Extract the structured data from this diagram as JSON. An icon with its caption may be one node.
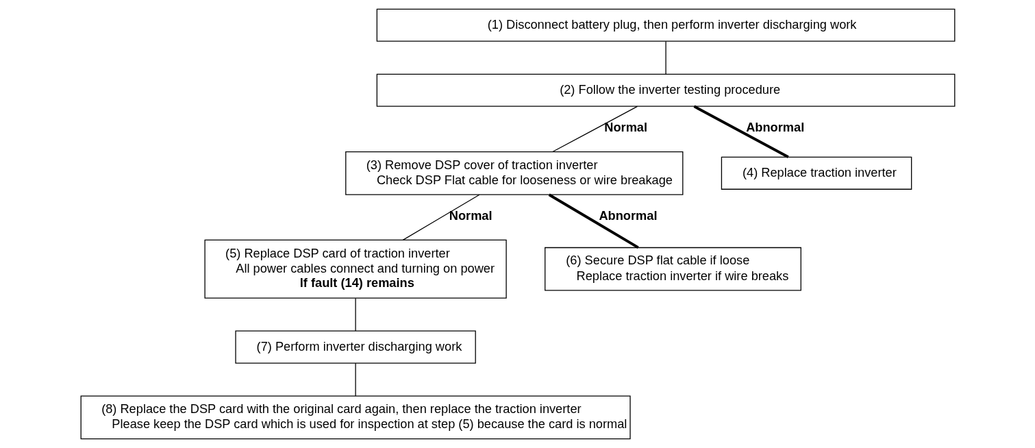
{
  "diagram": {
    "nodes": [
      {
        "text": [
          "(1) Disconnect battery plug, then perform inverter discharging work"
        ]
      },
      {
        "text": [
          "(2) Follow the inverter testing procedure"
        ]
      },
      {
        "text": [
          "(3) Remove DSP cover of traction inverter",
          "Check DSP Flat cable for looseness or wire breakage"
        ]
      },
      {
        "text": [
          "(4) Replace traction inverter"
        ]
      },
      {
        "text": [
          "(5) Replace DSP card of traction inverter",
          "All power cables connect and turning on power",
          "If fault (14) remains"
        ]
      },
      {
        "text": [
          "(6) Secure DSP flat cable if loose",
          "Replace traction inverter if wire breaks"
        ]
      },
      {
        "text": [
          "(7) Perform inverter discharging work"
        ]
      },
      {
        "text": [
          "(8) Replace the DSP card with the original card again, then replace the traction inverter",
          "Please keep the DSP card which is used for inspection at step (5) because the card is normal"
        ]
      }
    ],
    "edges": [
      {
        "from": 0,
        "to": 1,
        "arrow": "none"
      },
      {
        "from": 1,
        "to": 2,
        "arrow": "none",
        "label": "Normal"
      },
      {
        "from": 1,
        "to": 3,
        "arrow": "none",
        "label": "Abnormal",
        "style": "thick"
      },
      {
        "from": 2,
        "to": 4,
        "arrow": "none",
        "label": "Normal"
      },
      {
        "from": 2,
        "to": 5,
        "arrow": "none",
        "label": "Abnormal",
        "style": "thick"
      },
      {
        "from": 4,
        "to": 6,
        "arrow": "none"
      },
      {
        "from": 6,
        "to": 7,
        "arrow": "none"
      }
    ]
  }
}
